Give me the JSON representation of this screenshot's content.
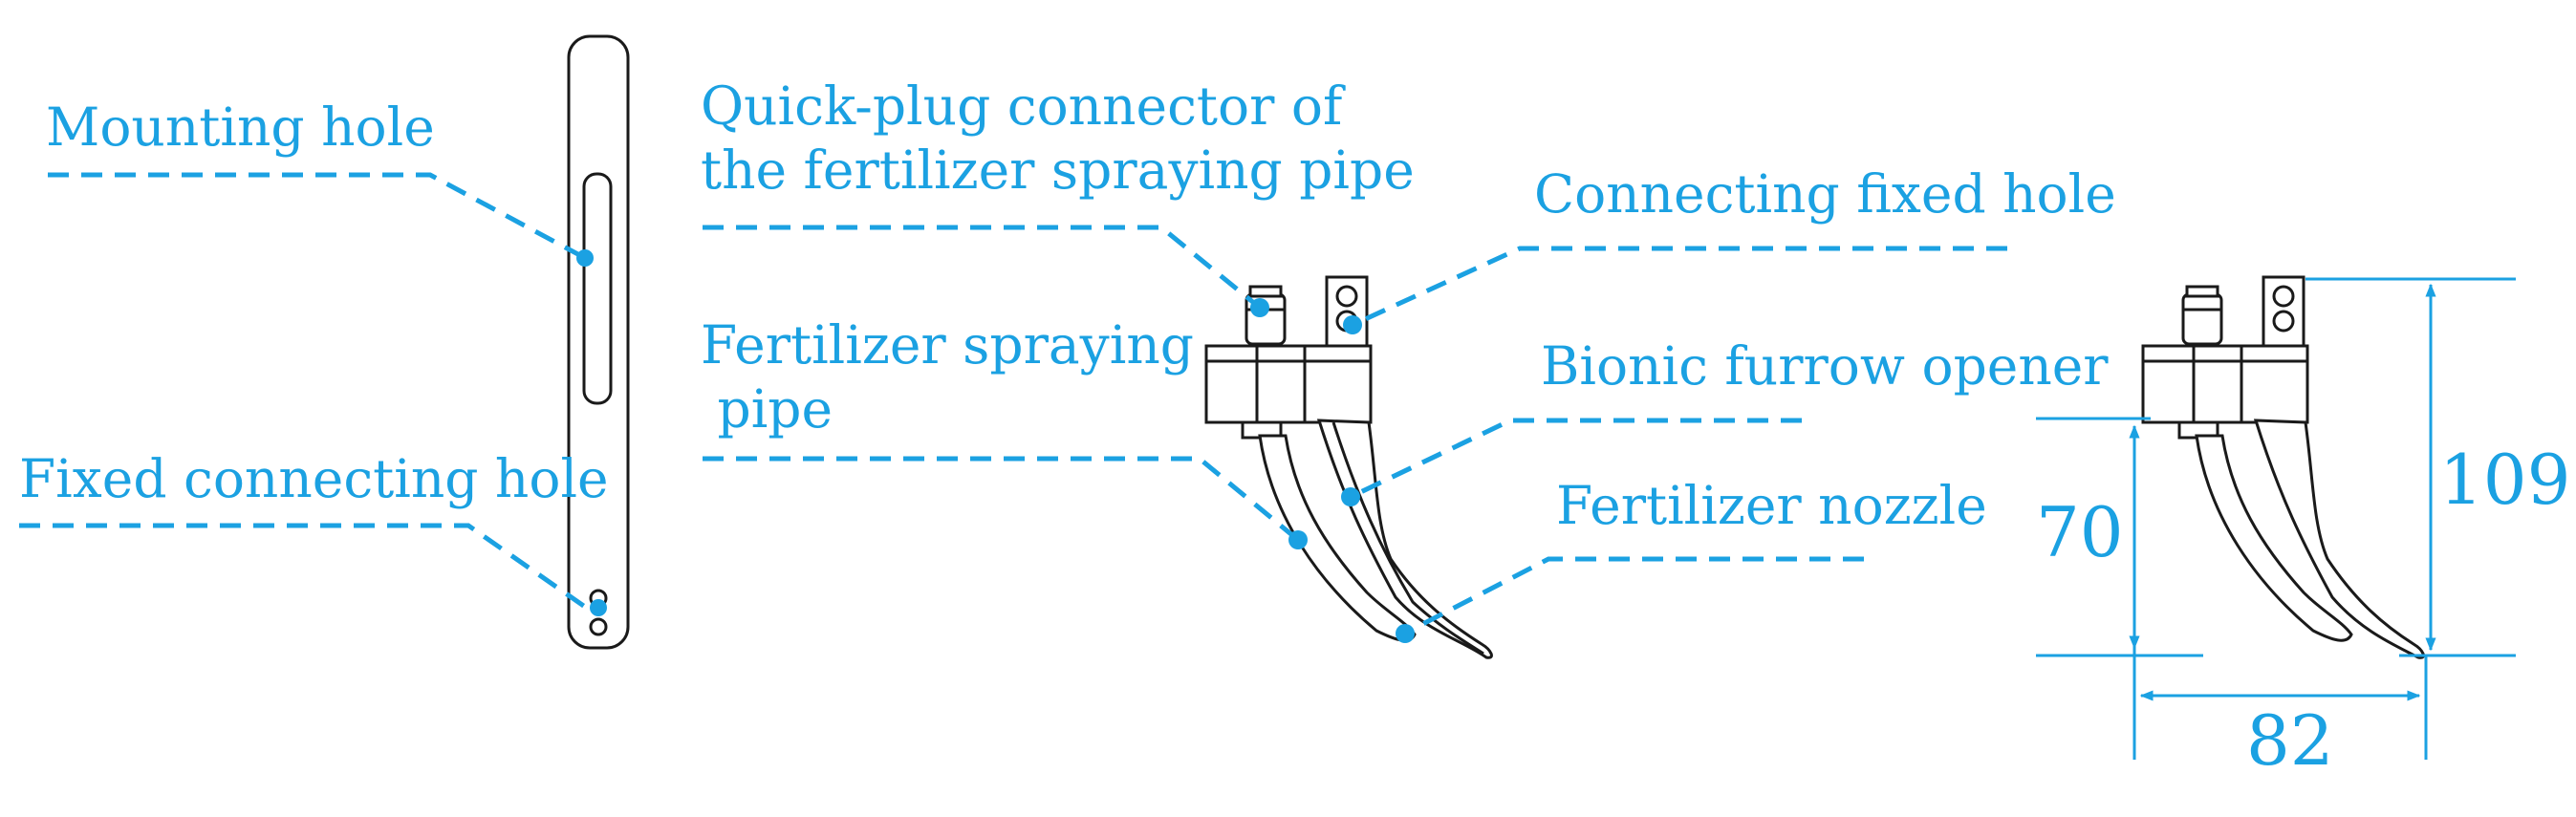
{
  "colors": {
    "accent": "#1ba1e2",
    "line": "#1a1a1a"
  },
  "left_part": {
    "labels": {
      "mounting_hole": "Mounting hole",
      "fixed_connecting_hole": "Fixed connecting hole"
    }
  },
  "middle_part": {
    "labels": {
      "quick_plug_line1": "Quick-plug connector of",
      "quick_plug_line2": "the fertilizer spraying pipe",
      "spraying_pipe_line1": "Fertilizer spraying",
      "spraying_pipe_line2": " pipe",
      "connecting_fixed_hole": "Connecting fixed hole",
      "bionic_furrow_opener": "Bionic furrow opener",
      "fertilizer_nozzle": "Fertilizer nozzle"
    }
  },
  "right_part": {
    "dimensions": {
      "width": "82",
      "height_total": "109",
      "height_opener": "70"
    }
  }
}
